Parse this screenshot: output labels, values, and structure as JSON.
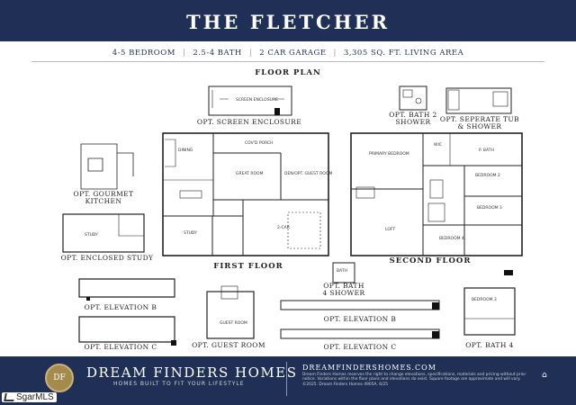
{
  "header": {
    "title": "THE FLETCHER"
  },
  "specs": {
    "bedrooms": "4-5 BEDROOM",
    "baths": "2.5-4 BATH",
    "garage": "2 CAR GARAGE",
    "area": "3,305 SQ. FT. LIVING AREA"
  },
  "labels": {
    "floor_plan": "FLOOR PLAN",
    "opt_screen_enclosure": "OPT. SCREEN ENCLOSURE",
    "opt_bath2_shower": "OPT. BATH 2 SHOWER",
    "opt_separate_tub": "OPT. SEPERATE TUB & SHOWER",
    "opt_gourmet_kitchen": "OPT. GOURMET KITCHEN",
    "opt_enclosed_study": "OPT. ENCLOSED STUDY",
    "first_floor": "FIRST FLOOR",
    "second_floor": "SECOND FLOOR",
    "opt_bath4_shower": "OPT. BATH 4 SHOWER",
    "opt_elevation_b_left": "OPT. ELEVATION B",
    "opt_elevation_c_left": "OPT. ELEVATION C",
    "opt_guest_room": "OPT. GUEST ROOM",
    "opt_elevation_b_right": "OPT. ELEVATION B",
    "opt_elevation_c_right": "OPT. ELEVATION C",
    "opt_bath4": "OPT. BATH 4"
  },
  "rooms": {
    "screen_enclosure": "SCREEN ENCLOSURE",
    "dining": "DINING",
    "covd_porch": "COV'D PORCH",
    "great_room": "GREAT ROOM",
    "den_guest": "DEN/OPT. GUEST ROOM",
    "study": "STUDY",
    "study_enclosed": "STUDY",
    "garage": "2-CAR",
    "primary": "PRIMARY BEDROOM",
    "bedroom2": "BEDROOM 2",
    "bedroom3": "BEDROOM 3",
    "bedroom4": "BEDROOM 4",
    "loft": "LOFT",
    "wic": "WIC",
    "p_bath": "P. BATH",
    "guest_room": "GUEST ROOM",
    "bedroom3_opt": "BEDROOM 3",
    "bath": "BATH"
  },
  "footer": {
    "logo_text": "DF",
    "brand": "DREAM FINDERS HOMES",
    "tagline": "HOMES BUILT TO FIT YOUR LIFESTYLE",
    "website": "DREAMFINDERSHOMES.COM",
    "disclaimer": "Dream Finders Homes reserves the right to change elevations, specifications, materials and pricing without prior notice. Variations within the floor plans and elevations do exist. Square footage are approximate and will vary. ©2025. Dream Finders Homes 4905A. 6/25"
  },
  "watermark": {
    "text": "SgarMLS"
  }
}
